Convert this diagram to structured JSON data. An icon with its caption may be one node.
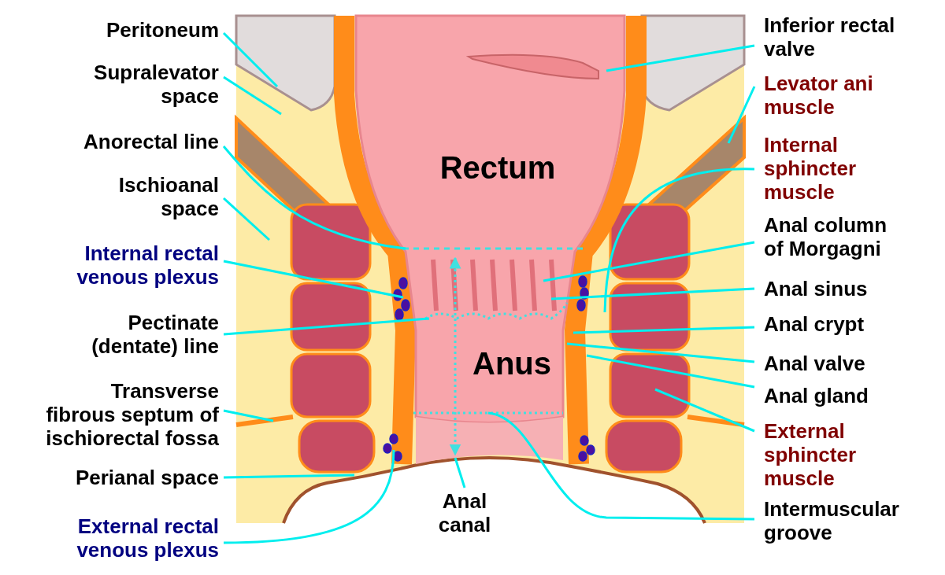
{
  "diagram": {
    "nodes": [
      {
        "text": [
          "Peritoneum"
        ]
      },
      {
        "text": [
          "Supralevator space"
        ]
      },
      {
        "text": [
          "Anorectal line"
        ]
      },
      {
        "text": [
          "Ischioanal space"
        ]
      },
      {
        "text": [
          "Internal rectal venous plexus"
        ]
      },
      {
        "text": [
          "Pectinate (dentate) line"
        ]
      },
      {
        "text": [
          "Transverse fibrous septum of ischiorectal fossa"
        ]
      },
      {
        "text": [
          "Perianal space"
        ]
      },
      {
        "text": [
          "External rectal venous plexus"
        ]
      },
      {
        "text": [
          "Inferior rectal valve"
        ]
      },
      {
        "text": [
          "Levator ani muscle"
        ]
      },
      {
        "text": [
          "Internal sphincter muscle"
        ]
      },
      {
        "text": [
          "Anal column of Morgagni"
        ]
      },
      {
        "text": [
          "Anal sinus"
        ]
      },
      {
        "text": [
          "Anal crypt"
        ]
      },
      {
        "text": [
          "Anal valve"
        ]
      },
      {
        "text": [
          "Anal gland"
        ]
      },
      {
        "text": [
          "External sphincter muscle"
        ]
      },
      {
        "text": [
          "Intermuscular groove"
        ]
      },
      {
        "text": [
          "Anal canal"
        ]
      }
    ],
    "edges": [
      {
        "from": 0,
        "to": null,
        "arrow": "none"
      },
      {
        "from": 1,
        "to": null,
        "arrow": "none"
      },
      {
        "from": 2,
        "to": null,
        "arrow": "none"
      },
      {
        "from": 3,
        "to": null,
        "arrow": "none"
      },
      {
        "from": 4,
        "to": null,
        "arrow": "none"
      },
      {
        "from": 5,
        "to": null,
        "arrow": "none"
      },
      {
        "from": 6,
        "to": null,
        "arrow": "none"
      },
      {
        "from": 7,
        "to": null,
        "arrow": "none"
      },
      {
        "from": 8,
        "to": null,
        "arrow": "none"
      },
      {
        "from": 9,
        "to": null,
        "arrow": "none"
      },
      {
        "from": 10,
        "to": null,
        "arrow": "none"
      },
      {
        "from": 11,
        "to": null,
        "arrow": "none"
      },
      {
        "from": 12,
        "to": null,
        "arrow": "none"
      },
      {
        "from": 13,
        "to": null,
        "arrow": "none"
      },
      {
        "from": 14,
        "to": null,
        "arrow": "none"
      },
      {
        "from": 15,
        "to": null,
        "arrow": "none"
      },
      {
        "from": 16,
        "to": null,
        "arrow": "none"
      },
      {
        "from": 17,
        "to": null,
        "arrow": "none"
      },
      {
        "from": 18,
        "to": null,
        "arrow": "none"
      },
      {
        "from": 19,
        "to": null,
        "arrow": "none"
      }
    ],
    "labels": [
      "Rectum",
      "Anus"
    ]
  }
}
